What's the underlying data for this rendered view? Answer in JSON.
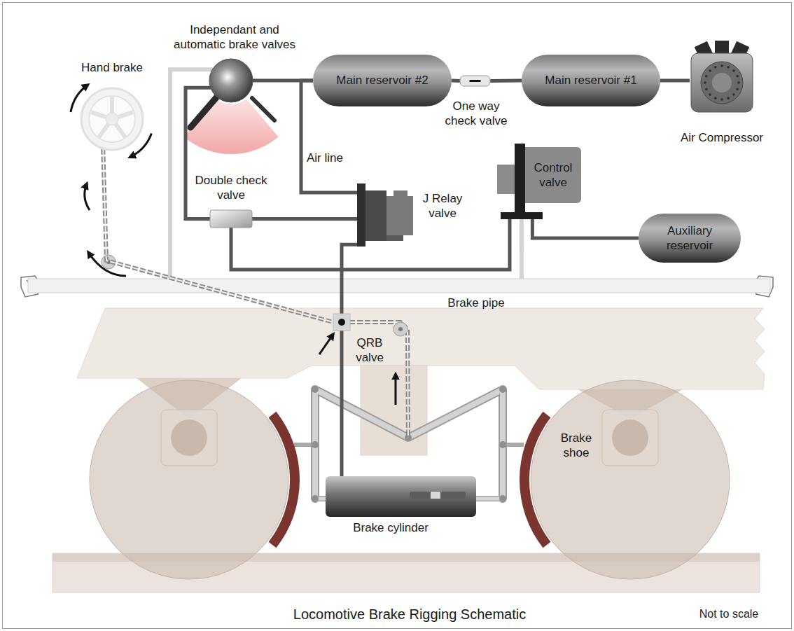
{
  "diagram": {
    "caption": "Locomotive Brake Rigging Schematic",
    "nodes": [
      {
        "text": [
          "Hand brake"
        ]
      },
      {
        "text": [
          "Independant and automatic brake valves"
        ]
      },
      {
        "text": [
          "Main reservoir #2"
        ]
      },
      {
        "text": [
          "One way check valve"
        ]
      },
      {
        "text": [
          "Main reservoir #1"
        ]
      },
      {
        "text": [
          "Air Compressor"
        ]
      },
      {
        "text": [
          "Double check valve"
        ]
      },
      {
        "text": [
          "J Relay valve"
        ]
      },
      {
        "text": [
          "Control valve"
        ]
      },
      {
        "text": [
          "Auxiliary reservoir"
        ]
      },
      {
        "text": [
          "Brake pipe"
        ]
      },
      {
        "text": [
          "QRB valve"
        ]
      },
      {
        "text": [
          "Brake shoe"
        ]
      },
      {
        "text": [
          "Brake cylinder"
        ]
      }
    ],
    "edges": [
      {
        "from": 5,
        "to": 4,
        "arrow": "none"
      },
      {
        "from": 4,
        "to": 3,
        "arrow": "none"
      },
      {
        "from": 3,
        "to": 2,
        "arrow": "none"
      },
      {
        "from": 2,
        "to": 1,
        "arrow": "none"
      },
      {
        "from": 1,
        "to": 6,
        "arrow": "none"
      },
      {
        "from": 2,
        "to": 7,
        "label": "Air line",
        "arrow": "none"
      },
      {
        "from": 6,
        "to": 7,
        "arrow": "none"
      },
      {
        "from": 8,
        "to": 6,
        "arrow": "none"
      },
      {
        "from": 8,
        "to": 9,
        "arrow": "none"
      },
      {
        "from": 8,
        "to": 10,
        "arrow": "none"
      },
      {
        "from": 1,
        "to": 10,
        "arrow": "none"
      },
      {
        "from": 0,
        "to": 11,
        "arrow": "none"
      },
      {
        "from": 7,
        "to": 11,
        "arrow": "none"
      },
      {
        "from": 11,
        "to": 13,
        "arrow": "none"
      }
    ],
    "labels": [
      "Not to scale"
    ]
  }
}
